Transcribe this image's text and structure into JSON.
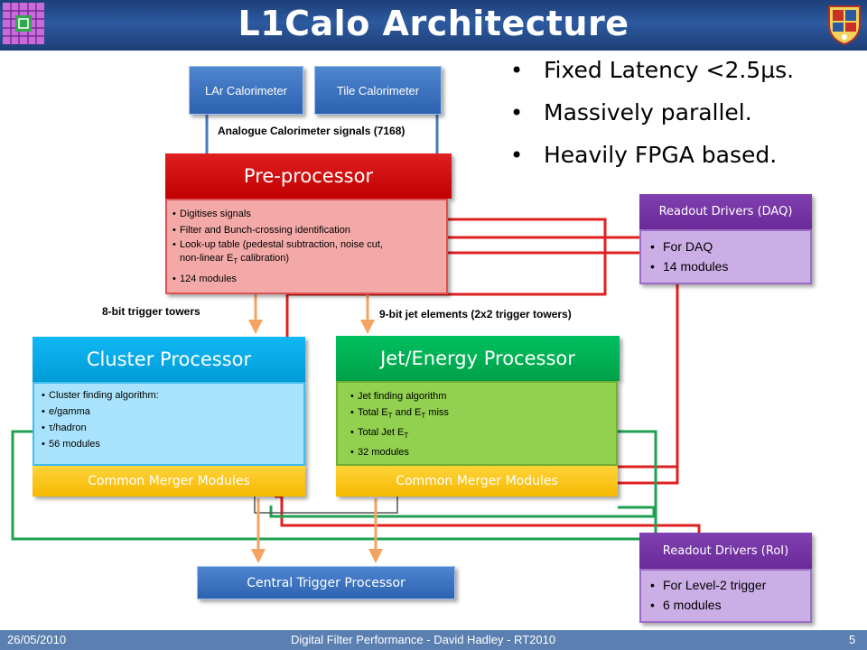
{
  "header": {
    "title": "L1Calo Architecture"
  },
  "bullets": [
    "Fixed Latency <2.5µs.",
    "Massively parallel.",
    "Heavily FPGA based."
  ],
  "calorimeters": {
    "lar": "LAr Calorimeter",
    "tile": "Tile Calorimeter"
  },
  "labels": {
    "analogue": "Analogue Calorimeter signals (7168)",
    "trigger_towers": "8-bit trigger towers",
    "jet_elements": "9-bit jet elements (2x2 trigger towers)"
  },
  "preprocessor": {
    "title": "Pre-processor",
    "items": [
      "Digitises signals",
      "Filter and Bunch-crossing identification",
      "Look-up table (pedestal subtraction, noise cut,",
      "non-linear E",
      "calibration)",
      "124 modules"
    ]
  },
  "cluster": {
    "title": "Cluster Processor",
    "items": [
      "Cluster finding algorithm:",
      "e/gamma",
      "τ/hadron",
      "56 modules"
    ],
    "merger": "Common Merger Modules"
  },
  "jet": {
    "title": "Jet/Energy Processor",
    "items": [
      "Jet finding algorithm",
      "Total E",
      "and E",
      "miss",
      "Total Jet E",
      "32 modules"
    ],
    "merger": "Common Merger Modules"
  },
  "ctp": {
    "title": "Central Trigger Processor"
  },
  "rod_daq": {
    "title": "Readout Drivers (DAQ)",
    "items": [
      "For DAQ",
      "14 modules"
    ]
  },
  "rod_roi": {
    "title": "Readout Drivers (RoI)",
    "items": [
      "For Level-2 trigger",
      "6 modules"
    ]
  },
  "footer": {
    "date": "26/05/2010",
    "center": "Digital Filter Performance  - David Hadley - RT2010",
    "page": "5"
  },
  "colors": {
    "title_bar": "#2c5aa0",
    "pre_header": "#d90000",
    "pre_body": "#f4a9a9",
    "cluster_header": "#00b0f0",
    "cluster_body": "#a9e3fb",
    "jet_header": "#00b050",
    "jet_body": "#92d050",
    "merger": "#ffc000",
    "rod_header": "#7030a0",
    "rod_body": "#ccaee6",
    "red_line": "#e02020",
    "green_line": "#20a050",
    "arrow": "#f4a460"
  }
}
